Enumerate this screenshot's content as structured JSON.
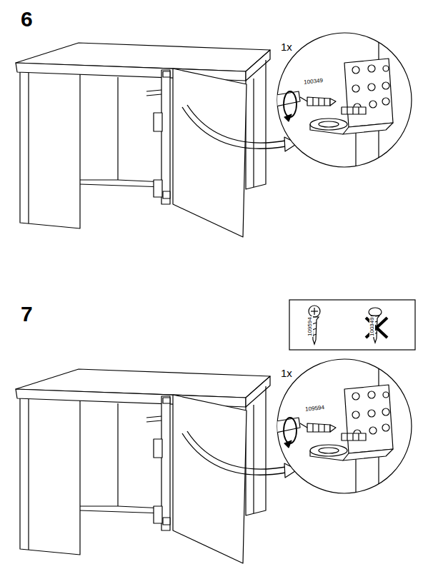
{
  "diagram": {
    "labels": [
      "6",
      "1x",
      "100349",
      "7",
      "109594",
      "100349",
      "1x",
      "109594"
    ]
  }
}
